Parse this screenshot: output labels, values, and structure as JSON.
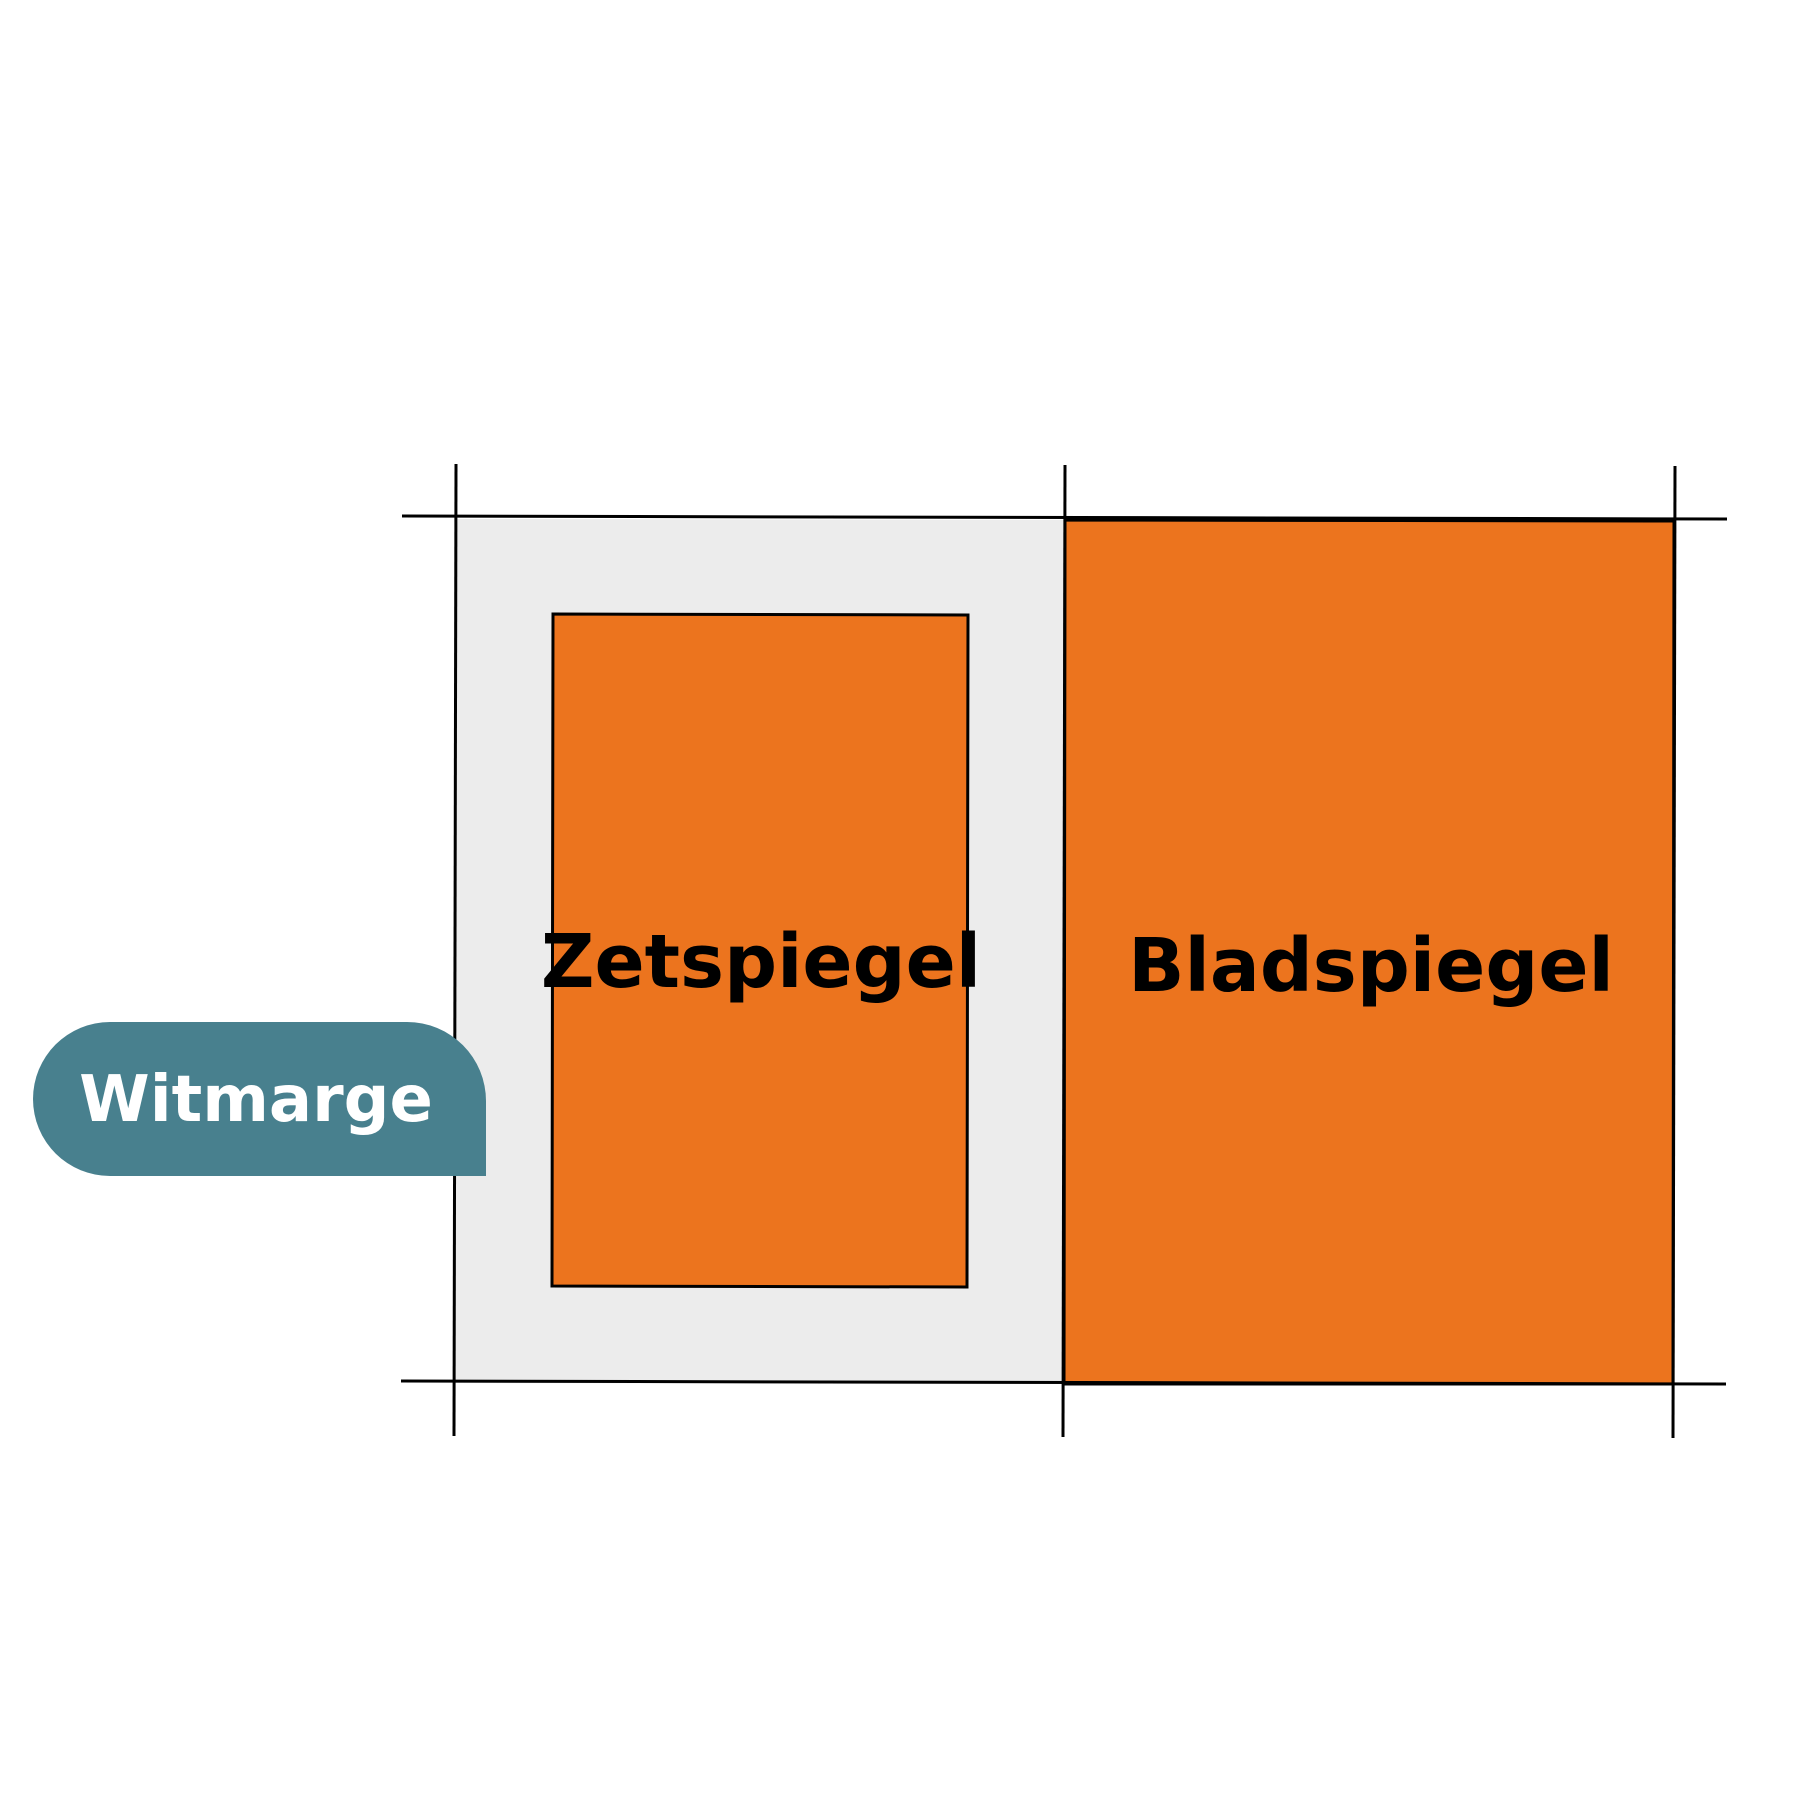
{
  "labels": {
    "type_area": "Zetspiegel",
    "page_area": "Bladspiegel",
    "margin_tag": "Witmarge"
  },
  "colors": {
    "orange": "#ec741e",
    "margin_gray": "#ececec",
    "tag_teal": "#48808e",
    "line": "#000000",
    "background": "#ffffff"
  }
}
